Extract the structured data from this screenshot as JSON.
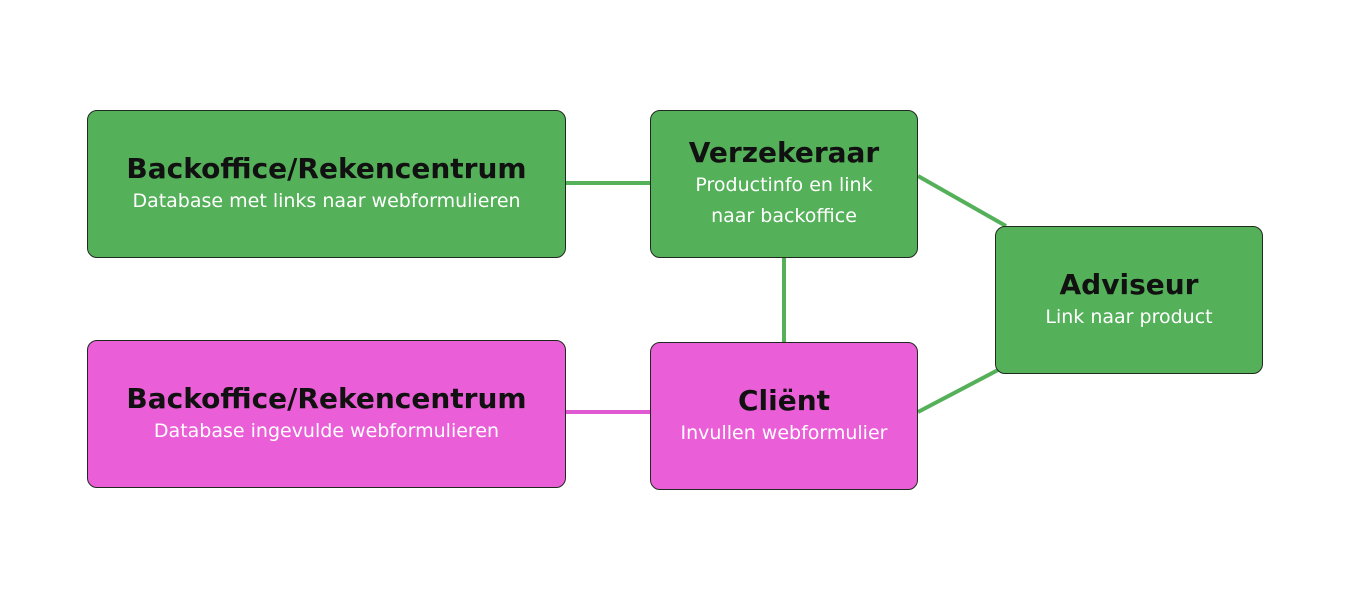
{
  "colors": {
    "green": "#55b05a",
    "pink": "#ea5fd8",
    "green_link": "#55b05a",
    "pink_link": "#e25ad3"
  },
  "nodes": {
    "backoffice_top": {
      "title": "Backoffice/Rekencentrum",
      "subtitle": "Database met links naar webformulieren"
    },
    "verzekeraar": {
      "title": "Verzekeraar",
      "subtitle": "Productinfo en link naar backoffice"
    },
    "adviseur": {
      "title": "Adviseur",
      "subtitle": "Link naar product"
    },
    "backoffice_bottom": {
      "title": "Backoffice/Rekencentrum",
      "subtitle": "Database ingevulde webformulieren"
    },
    "client": {
      "title": "Cliënt",
      "subtitle": "Invullen webformulier"
    }
  },
  "edges": [
    {
      "from": "Backoffice/Rekencentrum",
      "to": "Verzekeraar"
    },
    {
      "from": "Verzekeraar",
      "to": "Adviseur"
    },
    {
      "from": "Verzekeraar",
      "to": "Cliënt"
    },
    {
      "from": "Adviseur",
      "to": "Cliënt"
    },
    {
      "from": "Backoffice/Rekencentrum",
      "to": "Cliënt"
    }
  ]
}
